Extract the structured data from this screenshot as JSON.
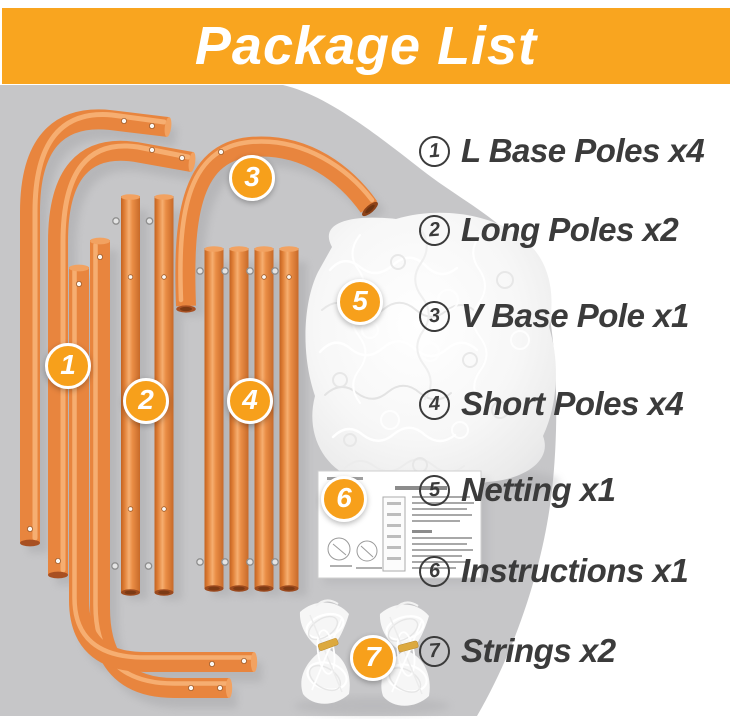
{
  "header": {
    "title": "Package List"
  },
  "list": {
    "items": [
      {
        "num": "1",
        "label": "L Base Poles x4"
      },
      {
        "num": "2",
        "label": "Long Poles x2"
      },
      {
        "num": "3",
        "label": "V Base Pole x1"
      },
      {
        "num": "4",
        "label": "Short Poles x4"
      },
      {
        "num": "5",
        "label": "Netting x1"
      },
      {
        "num": "6",
        "label": "Instructions x1"
      },
      {
        "num": "7",
        "label": "Strings x2"
      }
    ]
  },
  "photo_badges": [
    "1",
    "2",
    "3",
    "4",
    "5",
    "6",
    "7"
  ],
  "colors": {
    "accent_orange": "#F9A51F",
    "badge_orange": "#F7A01B",
    "pole_orange": "#E8853E",
    "backdrop_gray": "#C6C6C8",
    "text_dark": "#3B3B3B",
    "string_tie_gold": "#DCA93F"
  }
}
